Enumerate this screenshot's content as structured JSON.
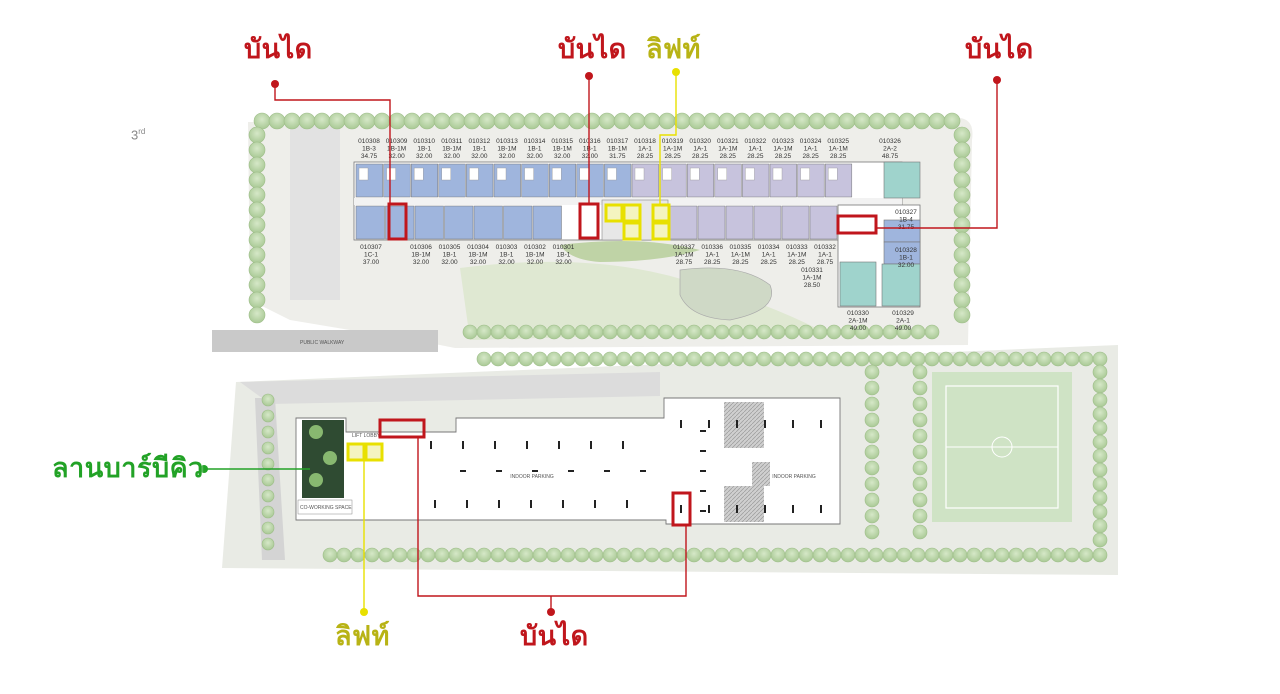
{
  "floor": {
    "number": "3",
    "suffix": "rd"
  },
  "callouts": {
    "stair_top_left": "บันได",
    "stair_top_center": "บันได",
    "lift_top": "ลิฟท์",
    "stair_top_right": "บันได",
    "bbq_area": "ลานบาร์บีคิว",
    "lift_bottom": "ลิฟท์",
    "stair_bottom": "บันได"
  },
  "building_labels": {
    "indoor_parking_1": "INDOOR\nPARKING",
    "indoor_parking_2": "INDOOR\nPARKING",
    "lift_lobby": "LIFT LOBBY",
    "public_walkway": "PUBLIC WALKWAY",
    "co_working": "CO-WORKING SPACE"
  },
  "units_top_row": [
    {
      "id": "010308",
      "type": "1B-3",
      "size": "34.75"
    },
    {
      "id": "010309",
      "type": "1B-1M",
      "size": "32.00"
    },
    {
      "id": "010310",
      "type": "1B-1",
      "size": "32.00"
    },
    {
      "id": "010311",
      "type": "1B-1M",
      "size": "32.00"
    },
    {
      "id": "010312",
      "type": "1B-1",
      "size": "32.00"
    },
    {
      "id": "010313",
      "type": "1B-1M",
      "size": "32.00"
    },
    {
      "id": "010314",
      "type": "1B-1",
      "size": "32.00"
    },
    {
      "id": "010315",
      "type": "1B-1M",
      "size": "32.00"
    },
    {
      "id": "010316",
      "type": "1B-1",
      "size": "32.00"
    },
    {
      "id": "010317",
      "type": "1B-1M",
      "size": "31.75"
    },
    {
      "id": "010318",
      "type": "1A-1",
      "size": "28.25"
    },
    {
      "id": "010319",
      "type": "1A-1M",
      "size": "28.25"
    },
    {
      "id": "010320",
      "type": "1A-1",
      "size": "28.25"
    },
    {
      "id": "010321",
      "type": "1A-1M",
      "size": "28.25"
    },
    {
      "id": "010322",
      "type": "1A-1",
      "size": "28.25"
    },
    {
      "id": "010323",
      "type": "1A-1M",
      "size": "28.25"
    },
    {
      "id": "010324",
      "type": "1A-1",
      "size": "28.25"
    },
    {
      "id": "010325",
      "type": "1A-1M",
      "size": "28.25"
    },
    {
      "id": "010326",
      "type": "2A-2",
      "size": "48.75"
    }
  ],
  "units_bottom_left": [
    {
      "id": "010307",
      "type": "1C-1",
      "size": "37.00"
    },
    {
      "id": "010306",
      "type": "1B-1M",
      "size": "32.00"
    },
    {
      "id": "010305",
      "type": "1B-1",
      "size": "32.00"
    },
    {
      "id": "010304",
      "type": "1B-1M",
      "size": "32.00"
    },
    {
      "id": "010303",
      "type": "1B-1",
      "size": "32.00"
    },
    {
      "id": "010302",
      "type": "1B-1M",
      "size": "32.00"
    },
    {
      "id": "010301",
      "type": "1B-1",
      "size": "32.00"
    }
  ],
  "units_bottom_right": [
    {
      "id": "010337",
      "type": "1A-1M",
      "size": "28.75"
    },
    {
      "id": "010336",
      "type": "1A-1",
      "size": "28.25"
    },
    {
      "id": "010335",
      "type": "1A-1M",
      "size": "28.25"
    },
    {
      "id": "010334",
      "type": "1A-1",
      "size": "28.25"
    },
    {
      "id": "010333",
      "type": "1A-1M",
      "size": "28.25"
    },
    {
      "id": "010332",
      "type": "1A-1",
      "size": "28.75"
    }
  ],
  "units_east": [
    {
      "id": "010327",
      "type": "1B-4",
      "size": "31.75"
    },
    {
      "id": "010328",
      "type": "1B-1",
      "size": "32.00"
    },
    {
      "id": "010331",
      "type": "1A-1M",
      "size": "28.50"
    },
    {
      "id": "010330",
      "type": "2A-1M",
      "size": "49.00"
    },
    {
      "id": "010329",
      "type": "2A-1",
      "size": "49.00"
    }
  ],
  "colors": {
    "stair_red": "#c0161c",
    "lift_yellow": "#e8e000",
    "lift_text": "#b8b315",
    "bbq_green": "#22a226",
    "unit_blue": "#9fb5dd",
    "unit_purple": "#c7c3dd",
    "unit_teal": "#9fd3cc",
    "tree_green": "#b9d5a8"
  }
}
